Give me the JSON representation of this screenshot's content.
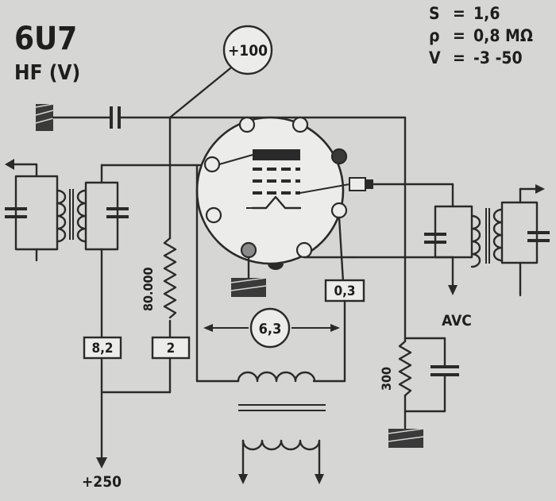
{
  "tube": {
    "type": "6U7",
    "function": "HF (V)"
  },
  "specs": [
    {
      "symbol": "S",
      "eq": "=",
      "value": "1,6"
    },
    {
      "symbol": "ρ",
      "eq": "=",
      "value": "0,8 MΩ"
    },
    {
      "symbol": "V",
      "eq": "=",
      "value": "-3 -50"
    }
  ],
  "labels": {
    "screen_voltage": "+100",
    "supply_voltage": "+250",
    "avc": "AVC",
    "heater_voltage": "6,3",
    "heater_current": "0,3",
    "resistor_80k": "80.000",
    "resistor_300": "300",
    "box_8_2": "8,2",
    "box_2": "2"
  }
}
